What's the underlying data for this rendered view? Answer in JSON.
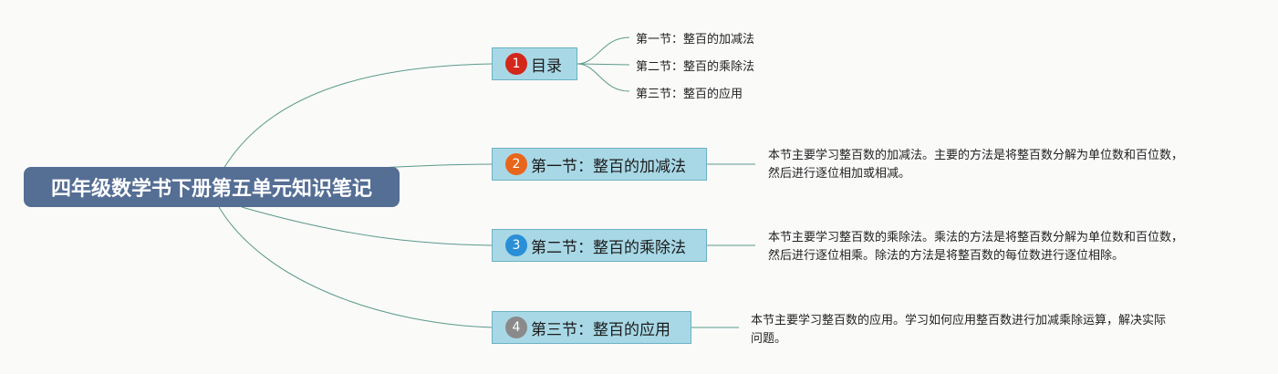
{
  "root": {
    "title": "四年级数学书下册第五单元知识笔记"
  },
  "colors": {
    "root_bg": "#546e94",
    "branch_bg": "#a8d8e6",
    "branch_border": "#6cb2c4",
    "connector": "#5a9a8a",
    "badge_1": "#d3271c",
    "badge_2": "#e8661c",
    "badge_3": "#2a8fd6",
    "badge_4": "#8a8a8a"
  },
  "branches": [
    {
      "number": "1",
      "label": "目录",
      "children": [
        "第一节：整百的加减法",
        "第二节：整百的乘除法",
        "第三节：整百的应用"
      ]
    },
    {
      "number": "2",
      "label": "第一节：整百的加减法",
      "note_lines": [
        "本节主要学习整百数的加减法。主要的方法是将整百数分解为单位数和百位数，",
        "然后进行逐位相加或相减。"
      ]
    },
    {
      "number": "3",
      "label": "第二节：整百的乘除法",
      "note_lines": [
        "本节主要学习整百数的乘除法。乘法的方法是将整百数分解为单位数和百位数，",
        "然后进行逐位相乘。除法的方法是将整百数的每位数进行逐位相除。"
      ]
    },
    {
      "number": "4",
      "label": "第三节：整百的应用",
      "note_lines": [
        "本节主要学习整百数的应用。学习如何应用整百数进行加减乘除运算，解决实际",
        "问题。"
      ]
    }
  ]
}
